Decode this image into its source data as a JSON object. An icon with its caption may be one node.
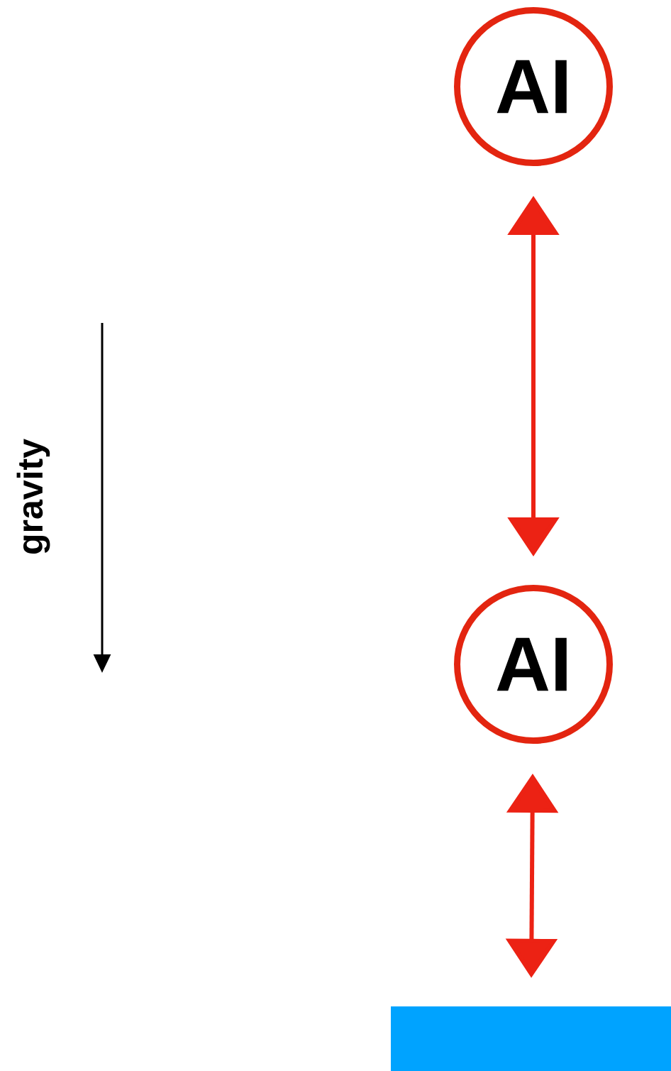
{
  "diagram": {
    "nodes": [
      {
        "text": [
          "AI"
        ]
      },
      {
        "text": [
          "AI"
        ]
      },
      {
        "text": [],
        "shape": "bar"
      }
    ],
    "edges": [
      {
        "from": 0,
        "to": 1,
        "arrow": "both"
      },
      {
        "from": 1,
        "to": 2,
        "arrow": "both"
      }
    ],
    "labels": [
      "gravity"
    ]
  }
}
